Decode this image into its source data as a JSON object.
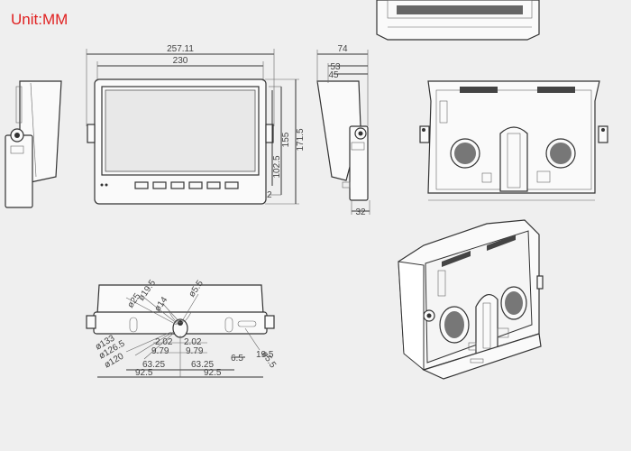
{
  "unit_label": "Unit:MM",
  "front": {
    "width_total": "257.11",
    "width_screen": "230",
    "height_total": "171.5",
    "height_body": "155",
    "height_screen": "102.5",
    "bottom_offset": "2"
  },
  "side": {
    "depth_total": "74",
    "depth_mid": "53",
    "depth_inner": "45",
    "depth_base": "32"
  },
  "bottom": {
    "d_25": "ø25",
    "d_19_5": "ø19.5",
    "d_14": "ø14",
    "d_5_5_top": "ø5.5",
    "d_133": "ø133",
    "d_126_5": "ø126.5",
    "d_120": "ø120",
    "d_5_5_right": "ø5.5",
    "v_2_02_l": "2.02",
    "v_2_02_r": "2.02",
    "v_9_79_l": "9.79",
    "v_9_79_r": "9.79",
    "v_63_25_l": "63.25",
    "v_63_25_r": "63.25",
    "v_6_5": "6.5",
    "v_19_5": "19.5",
    "v_92_5_l": "92.5",
    "v_92_5_r": "92.5"
  },
  "colors": {
    "unit": "#e02020",
    "line": "#333333",
    "background": "#efefef"
  }
}
